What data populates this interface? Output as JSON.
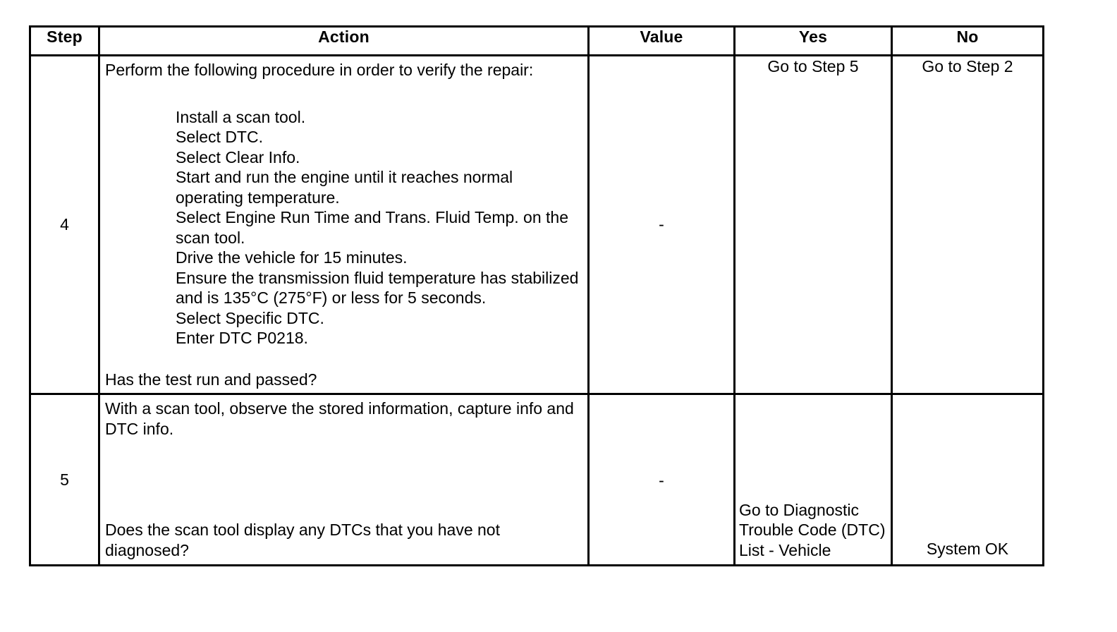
{
  "table": {
    "headers": {
      "step": "Step",
      "action": "Action",
      "value": "Value",
      "yes": "Yes",
      "no": "No"
    },
    "rows": [
      {
        "step": "4",
        "action_intro": "Perform the following procedure in order to verify the repair:",
        "action_items": [
          "Install a scan tool.",
          "Select DTC.",
          "Select Clear Info.",
          "Start and run the engine until it reaches normal operating temperature.",
          "Select Engine Run Time and Trans. Fluid Temp. on the scan tool.",
          "Drive the vehicle for 15 minutes.",
          "Ensure the transmission fluid temperature has stabilized and is 135°C (275°F) or less for 5 seconds.",
          "Select Specific DTC.",
          "Enter DTC P0218."
        ],
        "action_question": "Has the test run and passed?",
        "value": "-",
        "yes": "Go to Step 5",
        "no": "Go to Step 2"
      },
      {
        "step": "5",
        "action_intro": "With a scan tool, observe the stored information, capture info and DTC info.",
        "action_question": "Does the scan tool display any DTCs that you have not diagnosed?",
        "value": "-",
        "yes": "Go to Diagnostic Trouble Code (DTC) List - Vehicle",
        "no": "System OK"
      }
    ]
  }
}
